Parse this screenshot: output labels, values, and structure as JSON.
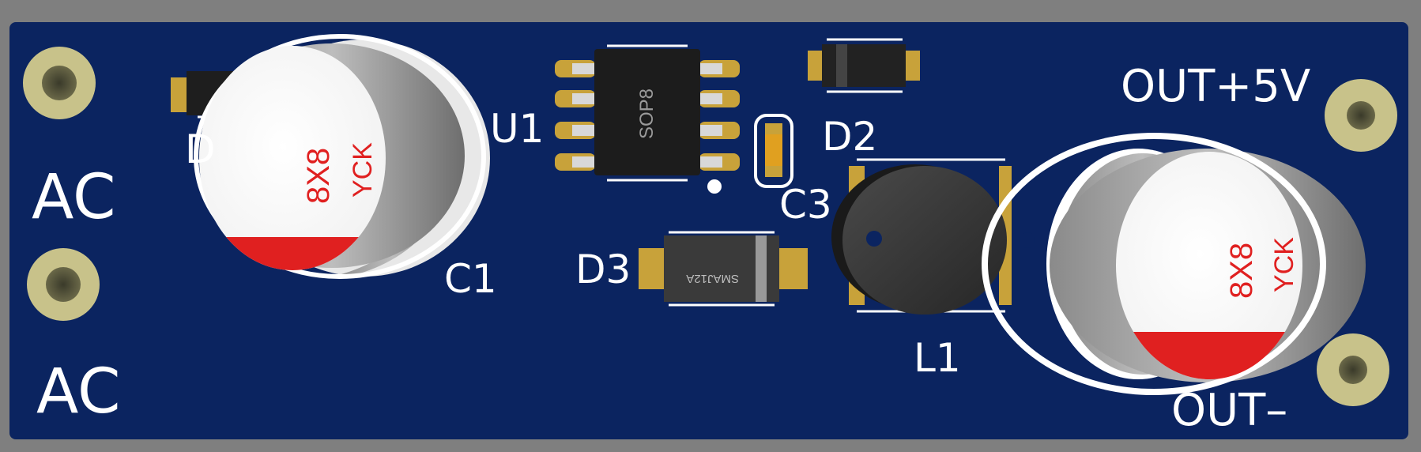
{
  "board": {
    "silkscreen": {
      "ac_top": "AC",
      "ac_bottom": "AC",
      "out_plus": "OUT+5V",
      "out_minus": "OUT–",
      "u1": "U1",
      "c1": "C1",
      "d2": "D2",
      "c3": "C3",
      "d3": "D3",
      "l1": "L1",
      "d1_partial": "D"
    },
    "components": {
      "c1_body": {
        "size": "8X8",
        "brand": "YCK"
      },
      "c2_body": {
        "size": "8X8",
        "brand": "YCK"
      },
      "u1_package": "SOP8",
      "d3_marking": "SMAJ12A"
    },
    "colors": {
      "board": "#0b2460",
      "frame": "#7f7f7f",
      "pad": "#c8a23a",
      "cap_stripe": "#e02020",
      "cap_text": "#e02020"
    }
  }
}
